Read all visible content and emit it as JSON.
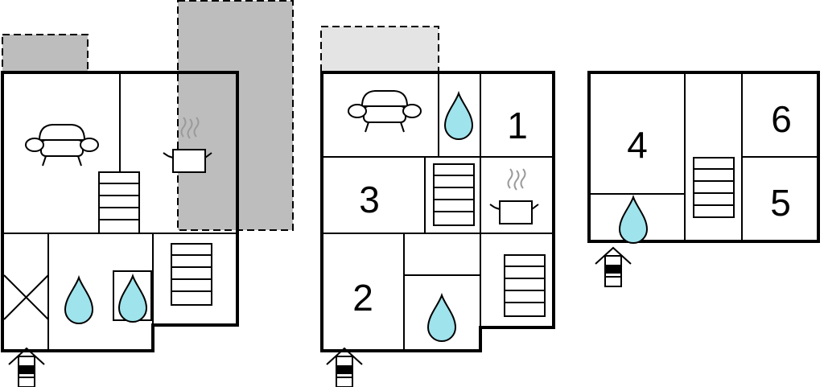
{
  "colors": {
    "background": "#ffffff",
    "wall": "#000000",
    "terrace_dark": "#bdbdbd",
    "terrace_light": "#e4e4e4",
    "water": "#9fe3ec",
    "steam": "#9a9a9a"
  },
  "floors": [
    {
      "name": "",
      "rooms": [],
      "icons": [
        "sofa-icon",
        "cooking-pot-icon",
        "staircase-icon",
        "water-drop-icon",
        "water-drop-icon",
        "storage-cross-icon",
        "staircase-icon",
        "entrance-arrow-icon"
      ]
    },
    {
      "name": "",
      "rooms": [
        {
          "number": "1"
        },
        {
          "number": "3"
        },
        {
          "number": "2"
        }
      ],
      "icons": [
        "sofa-icon",
        "water-drop-icon",
        "staircase-icon",
        "cooking-pot-icon",
        "staircase-icon",
        "water-drop-icon",
        "entrance-arrow-icon"
      ]
    },
    {
      "name": "",
      "rooms": [
        {
          "number": "4"
        },
        {
          "number": "6"
        },
        {
          "number": "5"
        }
      ],
      "icons": [
        "water-drop-icon",
        "staircase-icon",
        "entrance-arrow-icon"
      ]
    }
  ]
}
